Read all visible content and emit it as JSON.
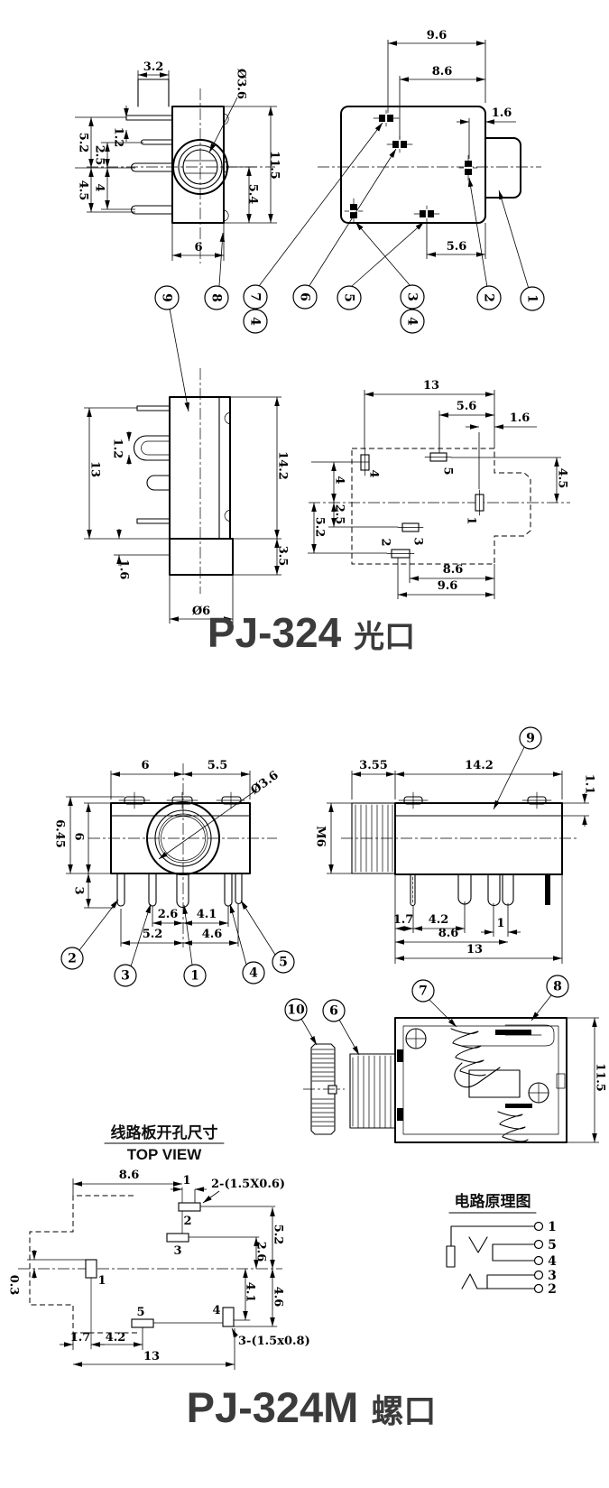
{
  "colors": {
    "line": "#000000",
    "title": "#3b3b3b",
    "background": "#ffffff"
  },
  "titles": {
    "pj324_model": "PJ-324",
    "pj324_type": "光口",
    "pj324m_model": "PJ-324M",
    "pj324m_type": "螺口"
  },
  "pj324": {
    "front_view": {
      "tab_width": "3.2",
      "jack_dia": "Ø3.6",
      "pin_span": "5.2",
      "pin_pitch_top": "1.2",
      "pin_pitch_mid": "2.5",
      "pin_pitch_low": "4",
      "pin_span_low": "4.5",
      "body_height": "11.5",
      "center_height": "5.4",
      "body_width": "6"
    },
    "bottom_view": {
      "d96": "9.6",
      "d86": "8.6",
      "d16": "1.6",
      "d56": "5.6"
    },
    "side_view": {
      "d13": "13",
      "d12": "1.2",
      "d16": "1.6",
      "d142": "14.2",
      "d35": "3.5",
      "dia6": "Ø6"
    },
    "pcb_view": {
      "d13": "13",
      "d56": "5.6",
      "d16": "1.6",
      "d45": "4.5",
      "d4": "4",
      "d25": "2.5",
      "d52": "5.2",
      "d86": "8.6",
      "d96": "9.6",
      "pad1": "1",
      "pad2": "2",
      "pad3": "3",
      "pad4": "4",
      "pad5": "5"
    },
    "callouts": {
      "c1": "1",
      "c2": "2",
      "c3": "3",
      "c4a": "4",
      "c4b": "4",
      "c5": "5",
      "c6": "6",
      "c7": "7",
      "c8": "8",
      "c9": "9"
    }
  },
  "pj324m": {
    "front_view": {
      "d6": "6",
      "d55": "5.5",
      "dia": "Ø3.6",
      "d645": "6.45",
      "d6l": "6",
      "d3": "3",
      "d26": "2.6",
      "d41": "4.1",
      "d52": "5.2",
      "d46": "4.6",
      "c1": "1",
      "c2": "2",
      "c3": "3",
      "c4": "4",
      "c5": "5"
    },
    "side_view": {
      "d355": "3.55",
      "d142": "14.2",
      "d11": "1.1",
      "thread": "M6",
      "d17": "1.7",
      "d42": "4.2",
      "d1": "1",
      "d86": "8.6",
      "d13": "13",
      "c9": "9"
    },
    "section_view": {
      "c10": "10",
      "c6": "6",
      "c7": "7",
      "c8": "8",
      "d115": "11.5"
    },
    "top_view": {
      "heading_cn": "线路板开孔尺寸",
      "heading_en": "TOP VIEW",
      "d86": "8.6",
      "d1": "1",
      "slot_top": "2-(1.5X0.6)",
      "d52": "5.2",
      "d26": "2.6",
      "d41": "4.1",
      "d46": "4.6",
      "d03": "0.3",
      "d17": "1.7",
      "d42": "4.2",
      "d13": "13",
      "slot_bottom": "3-(1.5x0.8)",
      "pad1": "1",
      "pad2": "2",
      "pad3": "3",
      "pad4": "4",
      "pad5": "5"
    },
    "circuit": {
      "heading": "电路原理图",
      "t1": "1",
      "t5": "5",
      "t4": "4",
      "t3": "3",
      "t2": "2"
    }
  }
}
